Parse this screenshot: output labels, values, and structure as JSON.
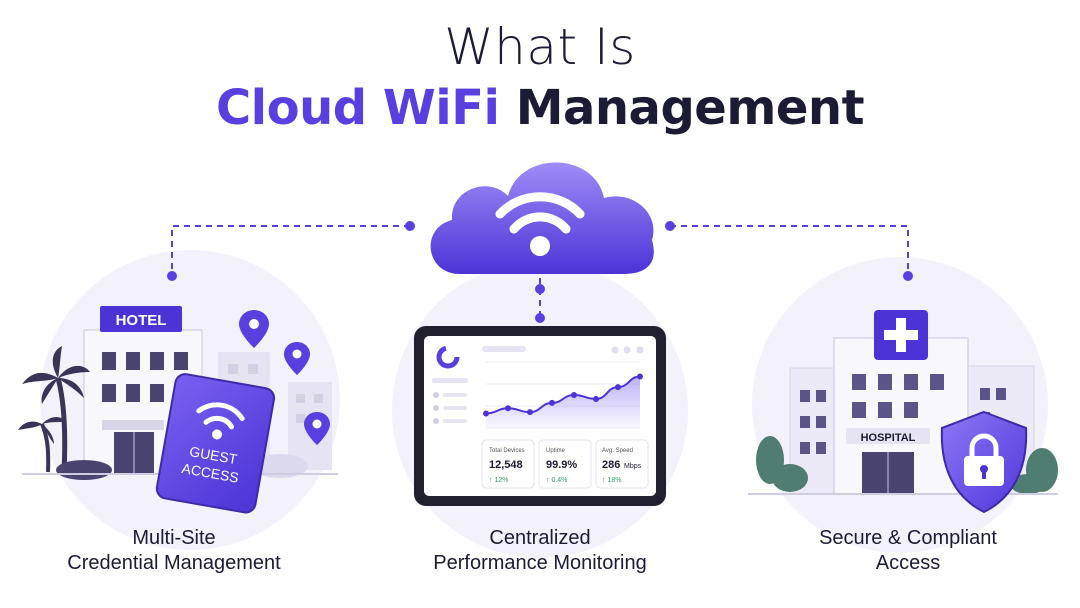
{
  "title": {
    "line1": "What Is",
    "accent": "Cloud WiFi",
    "rest": "Management"
  },
  "hotel": {
    "sign": "HOTEL",
    "card_line1": "GUEST",
    "card_line2": "ACCESS"
  },
  "dashboard": {
    "stats": [
      {
        "label": "Total Devices",
        "value": "12,548",
        "delta": "↑ 12%"
      },
      {
        "label": "Uptime",
        "value": "99.9%",
        "delta": "↑ 0.4%"
      },
      {
        "label": "Avg. Speed",
        "value": "286",
        "unit": "Mbps",
        "delta": "↑ 18%"
      }
    ]
  },
  "chart_data": {
    "type": "area",
    "values": [
      22,
      30,
      24,
      38,
      50,
      44,
      62,
      78
    ]
  },
  "hospital": {
    "sign": "HOSPITAL"
  },
  "captions": {
    "left_line1": "Multi-Site",
    "left_line2": "Credential Management",
    "center_line1": "Centralized",
    "center_line2": "Performance Monitoring",
    "right_line1": "Secure & Compliant",
    "right_line2": "Access"
  },
  "colors": {
    "accent": "#5a3fe0",
    "dark_text": "#1b1b35",
    "light_purple": "#ece9fb",
    "green": "#2f9d6a",
    "tree_green": "#4f7d71"
  }
}
